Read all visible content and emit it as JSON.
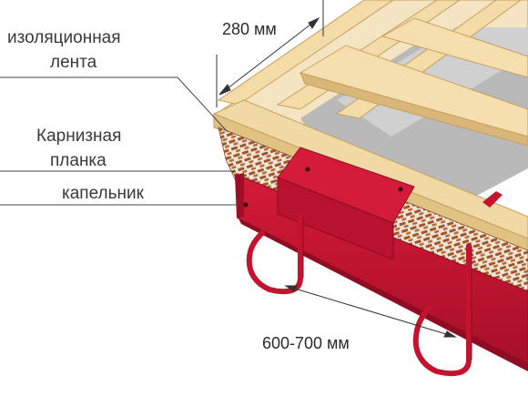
{
  "labels": {
    "insulation_line1": "изоляционная",
    "insulation_line2": "лента",
    "eaves_line1": "Карнизная",
    "eaves_line2": "планка",
    "drip": "капельник"
  },
  "dimensions": {
    "overhang": "280 мм",
    "bracket_spacing": "600-700 мм"
  },
  "colors": {
    "wood": "#f1d9a6",
    "wood_edge": "#c99e5c",
    "red": "#c4122f",
    "red_dark": "#8e0d22",
    "membrane": "#b9b9b9",
    "mesh": "#a0552a"
  }
}
